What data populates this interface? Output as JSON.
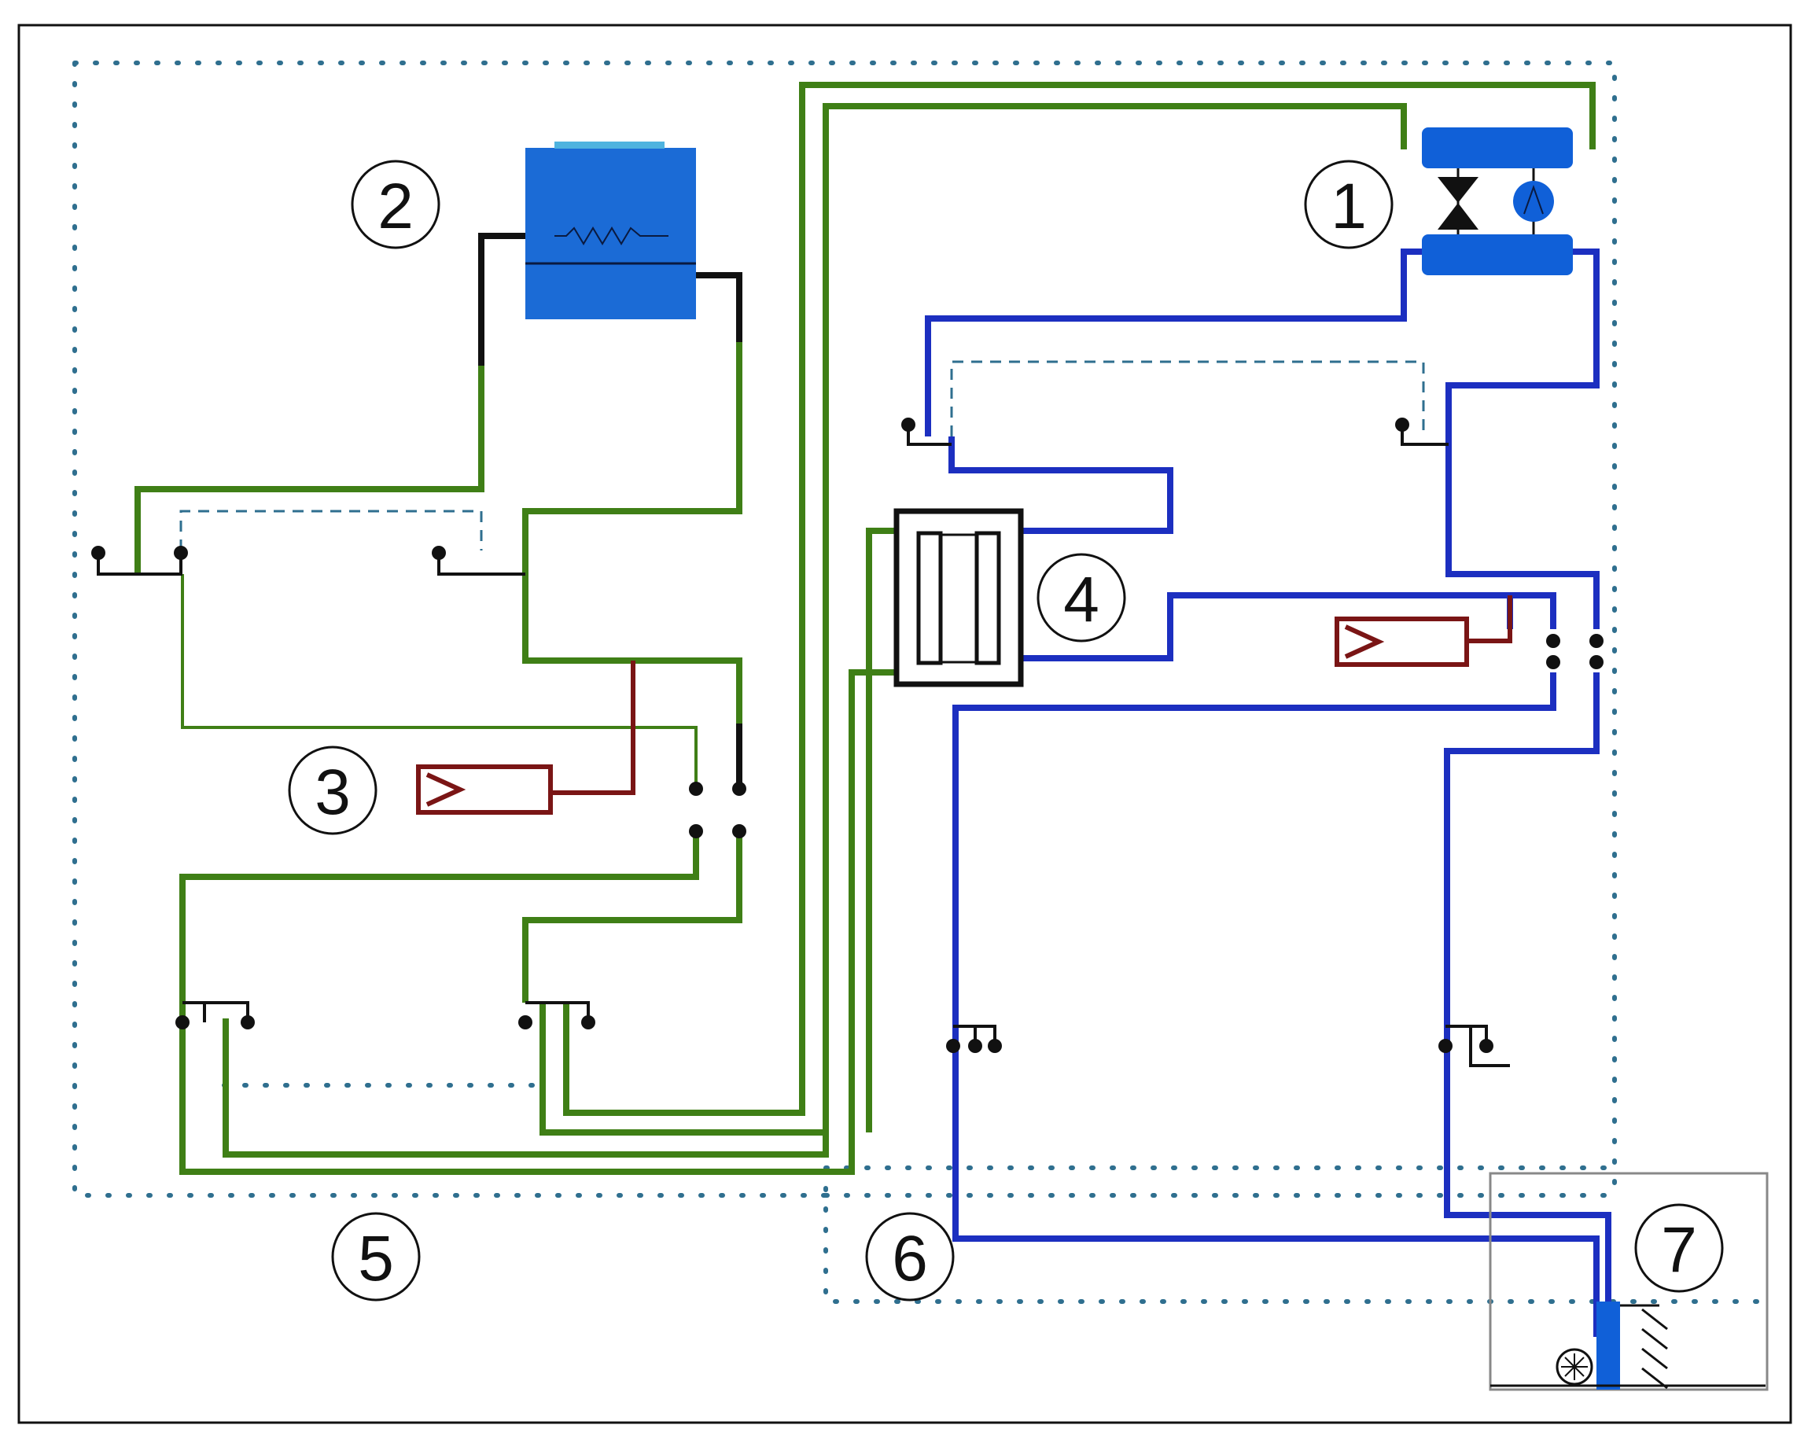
{
  "colors": {
    "green": "#3f7f16",
    "blue": "#1c2fc0",
    "black": "#111111",
    "red": "#7a1515",
    "dotted": "#2f6f8f",
    "unit_blue": "#1060d8",
    "tank_blue": "#1b6bd6",
    "tank_top": "#4fb3df"
  },
  "markers": [
    {
      "id": "1",
      "label": "1"
    },
    {
      "id": "2",
      "label": "2"
    },
    {
      "id": "3",
      "label": "3"
    },
    {
      "id": "4",
      "label": "4"
    },
    {
      "id": "5",
      "label": "5"
    },
    {
      "id": "6",
      "label": "6"
    },
    {
      "id": "7",
      "label": "7"
    }
  ],
  "icons": {
    "storage_tank": "tank-with-heater-icon",
    "heat_pump": "heat-pump-icon",
    "heat_exchanger": "plate-heat-exchanger-icon",
    "heater_top": "electric-heater-icon",
    "heater_left": "electric-heater-icon",
    "ground_unit": "ground-source-unit-icon"
  }
}
